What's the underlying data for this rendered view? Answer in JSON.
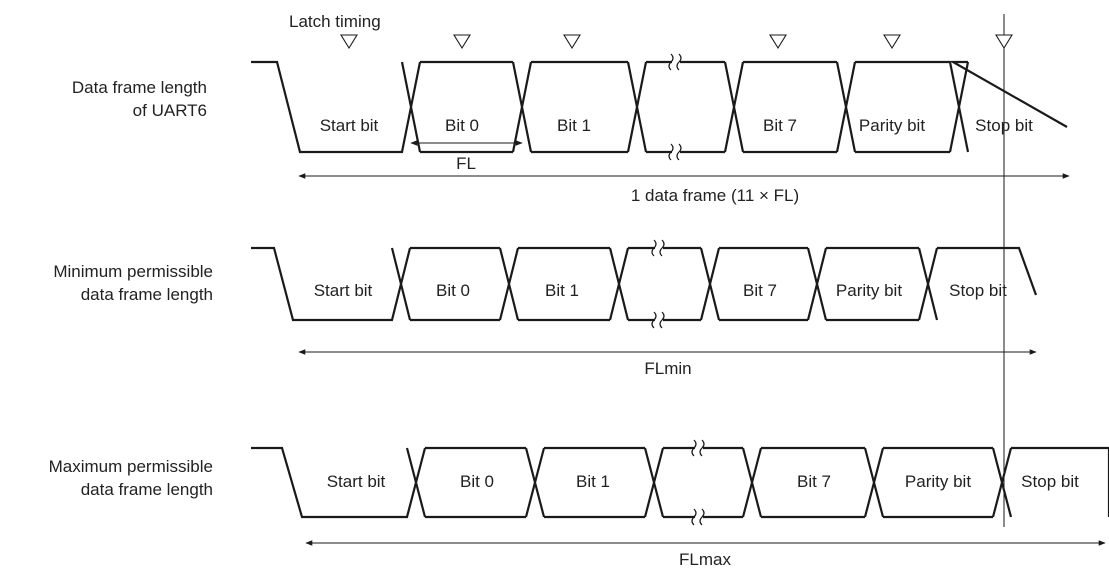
{
  "latch_label": "Latch timing",
  "rows": [
    {
      "name": "data-frame",
      "label_lines": [
        "Data frame length",
        "of UART6"
      ],
      "measure_label": "1 data frame (11 × FL)",
      "bits": [
        "Start bit",
        "Bit 0",
        "Bit 1",
        "",
        "Bit 7",
        "Parity bit",
        "Stop bit"
      ]
    },
    {
      "name": "minimum",
      "label_lines": [
        "Minimum permissible",
        "data frame length"
      ],
      "measure_label": "FLmin",
      "bits": [
        "Start bit",
        "Bit 0",
        "Bit 1",
        "",
        "Bit 7",
        "Parity bit",
        "Stop bit"
      ]
    },
    {
      "name": "maximum",
      "label_lines": [
        "Maximum permissible",
        "data frame length"
      ],
      "measure_label": "FLmax",
      "bits": [
        "Start bit",
        "Bit 0",
        "Bit 1",
        "",
        "Bit 7",
        "Parity bit",
        "Stop bit"
      ]
    }
  ],
  "fl_label": "FL"
}
